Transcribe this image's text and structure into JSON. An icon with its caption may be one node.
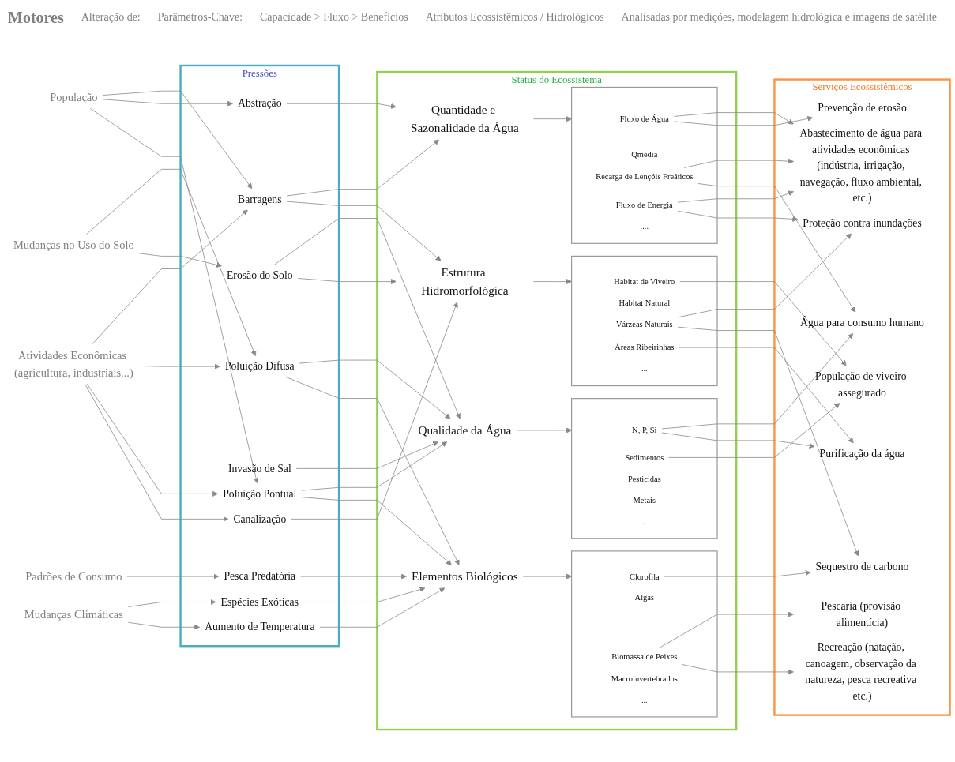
{
  "diagram": {
    "nodes": [
      {
        "text": [
          "População"
        ]
      },
      {
        "text": [
          "Mudanças no Uso do Solo"
        ]
      },
      {
        "text": [
          "Atividades Econômicas (agricultura, industriais...)"
        ]
      },
      {
        "text": [
          "Padrões de Consumo"
        ]
      },
      {
        "text": [
          "Mudanças Climáticas"
        ]
      },
      {
        "text": [
          "Pressões"
        ]
      },
      {
        "text": [
          "Barragens"
        ],
        "in": 5
      },
      {
        "text": [
          "Abstração"
        ],
        "in": 5
      },
      {
        "text": [
          "Poluição Difusa"
        ],
        "in": 5
      },
      {
        "text": [
          "Poluição Pontual"
        ],
        "in": 5
      },
      {
        "text": [
          "Invasão de Sal"
        ],
        "in": 5
      },
      {
        "text": [
          "Erosão do Solo"
        ],
        "in": 5
      },
      {
        "text": [
          "Espécies Exóticas"
        ],
        "in": 5
      },
      {
        "text": [
          "Pesca Predatória"
        ],
        "in": 5
      },
      {
        "text": [
          "Canalização"
        ],
        "in": 5
      },
      {
        "text": [
          "Aumento de Temperatura"
        ],
        "in": 5
      },
      {
        "text": [
          "Status do Ecossistema"
        ]
      },
      {
        "text": [
          "Quantidade e Sazonalidade da Água"
        ],
        "in": 16
      },
      {
        "text": [
          "Qualidade da Água"
        ],
        "in": 16
      },
      {
        "text": [
          "Elementos Biológicos"
        ],
        "in": 16
      },
      {
        "text": [
          "Estrutura Hidromorfológica"
        ],
        "in": 16
      },
      {
        "text": [],
        "shape": "bracket",
        "in": 16
      },
      {
        "text": [
          "Fluxo de Água"
        ],
        "in": 21
      },
      {
        "text": [
          "Qmédia"
        ],
        "in": 21
      },
      {
        "text": [
          "Recarga de Lençóis Freáticos"
        ],
        "in": 21
      },
      {
        "text": [
          "Fluxo de Energia"
        ],
        "in": 21
      },
      {
        "text": [
          "...."
        ],
        "in": 21
      },
      {
        "text": [],
        "shape": "bracket",
        "in": 16
      },
      {
        "text": [
          "N, P, Si"
        ],
        "in": 27
      },
      {
        "text": [
          "Sedimentos"
        ],
        "in": 27
      },
      {
        "text": [
          "Pesticidas"
        ],
        "in": 27
      },
      {
        "text": [
          "Metais"
        ],
        "in": 27
      },
      {
        "text": [
          ".."
        ],
        "in": 27
      },
      {
        "text": [],
        "shape": "bracket",
        "in": 16
      },
      {
        "text": [
          "Clorofila"
        ],
        "in": 33
      },
      {
        "text": [
          "Algas"
        ],
        "in": 33
      },
      {
        "text": [
          "Biomassa de Peixes"
        ],
        "in": 33
      },
      {
        "text": [
          "Macroinvertebrados"
        ],
        "in": 33
      },
      {
        "text": [
          "..."
        ],
        "in": 33
      },
      {
        "text": [],
        "shape": "bracket",
        "in": 16
      },
      {
        "text": [
          "Habitat de Viveiro"
        ],
        "in": 39
      },
      {
        "text": [
          "Habitat Natural"
        ],
        "in": 39
      },
      {
        "text": [
          "Várzeas Naturais"
        ],
        "in": 39
      },
      {
        "text": [
          "Áreas Ribeirinhas"
        ],
        "in": 39
      },
      {
        "text": [
          "..."
        ],
        "in": 39
      },
      {
        "text": [
          "Serviços Ecossistêmicos"
        ]
      },
      {
        "text": [
          "Abastecimento de água para atividades econômicas (indústria, irrigação, navegação, fluxo ambiental, etc.)"
        ],
        "in": 45
      },
      {
        "text": [
          "Água para consumo humano"
        ],
        "in": 45
      },
      {
        "text": [
          "Pescaria (provisão alimentícia)"
        ],
        "in": 45
      },
      {
        "text": [
          "Purificação da água"
        ],
        "in": 45
      },
      {
        "text": [
          "Prevenção de erosão"
        ],
        "in": 45
      },
      {
        "text": [
          "Proteção contra inundações"
        ],
        "in": 45
      },
      {
        "text": [
          "População de viveiro assegurado"
        ],
        "in": 45
      },
      {
        "text": [
          "Sequestro de carbono"
        ],
        "in": 45
      },
      {
        "text": [
          "Recreação (natação, canoagem, observação da natureza, pesca recreativa etc.)"
        ],
        "in": 45
      }
    ],
    "edges": [
      {
        "from": 0,
        "to": 6,
        "arrow": "to"
      },
      {
        "from": 0,
        "to": 7,
        "arrow": "to"
      },
      {
        "from": 0,
        "to": 9,
        "arrow": "to"
      },
      {
        "from": 1,
        "to": 8,
        "arrow": "to"
      },
      {
        "from": 1,
        "to": 11,
        "arrow": "to"
      },
      {
        "from": 2,
        "to": 6,
        "arrow": "to"
      },
      {
        "from": 2,
        "to": 8,
        "arrow": "to"
      },
      {
        "from": 2,
        "to": 9,
        "arrow": "to"
      },
      {
        "from": 2,
        "to": 14,
        "arrow": "to"
      },
      {
        "from": 3,
        "to": 13,
        "arrow": "to"
      },
      {
        "from": 4,
        "to": 12,
        "arrow": "to"
      },
      {
        "from": 4,
        "to": 15,
        "arrow": "to"
      },
      {
        "from": 6,
        "to": 17,
        "arrow": "to"
      },
      {
        "from": 6,
        "to": 20,
        "arrow": "to"
      },
      {
        "from": 7,
        "to": 17,
        "arrow": "to"
      },
      {
        "from": 8,
        "to": 18,
        "arrow": "to"
      },
      {
        "from": 8,
        "to": 19,
        "arrow": "to"
      },
      {
        "from": 9,
        "to": 18,
        "arrow": "to"
      },
      {
        "from": 9,
        "to": 19,
        "arrow": "to"
      },
      {
        "from": 10,
        "to": 18,
        "arrow": "to"
      },
      {
        "from": 11,
        "to": 18,
        "arrow": "to"
      },
      {
        "from": 11,
        "to": 20,
        "arrow": "to"
      },
      {
        "from": 12,
        "to": 19,
        "arrow": "to"
      },
      {
        "from": 13,
        "to": 19,
        "arrow": "to"
      },
      {
        "from": 14,
        "to": 20,
        "arrow": "to"
      },
      {
        "from": 15,
        "to": 19,
        "arrow": "to"
      },
      {
        "from": 17,
        "to": 21,
        "arrow": "to"
      },
      {
        "from": 18,
        "to": 27,
        "arrow": "to"
      },
      {
        "from": 19,
        "to": 33,
        "arrow": "to"
      },
      {
        "from": 20,
        "to": 39,
        "arrow": "to"
      },
      {
        "from": 22,
        "to": 46,
        "arrow": "to"
      },
      {
        "from": 22,
        "to": 50,
        "arrow": "to"
      },
      {
        "from": 24,
        "to": 46,
        "arrow": "to"
      },
      {
        "from": 24,
        "to": 47,
        "arrow": "to"
      },
      {
        "from": 25,
        "to": 46,
        "arrow": "to"
      },
      {
        "from": 25,
        "to": 51,
        "arrow": "to"
      },
      {
        "from": 28,
        "to": 47,
        "arrow": "to"
      },
      {
        "from": 28,
        "to": 49,
        "arrow": "to"
      },
      {
        "from": 29,
        "to": 52,
        "arrow": "to"
      },
      {
        "from": 34,
        "to": 53,
        "arrow": "to"
      },
      {
        "from": 36,
        "to": 48,
        "arrow": "to"
      },
      {
        "from": 36,
        "to": 54,
        "arrow": "to"
      },
      {
        "from": 40,
        "to": 52,
        "arrow": "to"
      },
      {
        "from": 42,
        "to": 51,
        "arrow": "to"
      },
      {
        "from": 42,
        "to": 53,
        "arrow": "to"
      },
      {
        "from": 43,
        "to": 49,
        "arrow": "to"
      }
    ],
    "labels": [
      "Motores",
      "Alteração de:",
      "Parâmetros-Chave:",
      "Capacidade > Fluxo > Benefícios",
      "Atributos Ecossistêmicos / Hidrológicos",
      "Analisadas por medições, modelagem hidrológica e imagens de satélite"
    ]
  }
}
